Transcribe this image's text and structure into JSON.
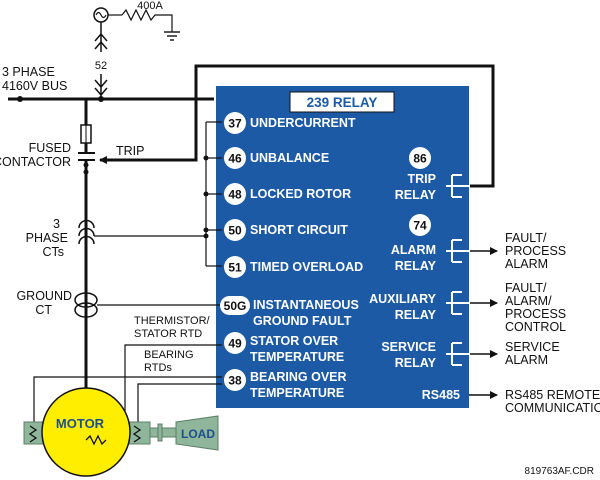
{
  "diagram": {
    "relay_title": "239 RELAY",
    "relay_color": "#1d5aa6",
    "motor_color": "#ffee00",
    "load_color": "#8fb59a",
    "source": {
      "current_label": "400A",
      "breaker_label": "52"
    },
    "bus": {
      "line1": "3 PHASE",
      "line2": "4160V BUS"
    },
    "contactor": {
      "line1": "FUSED",
      "line2": "CONTACTOR",
      "trip_label": "TRIP"
    },
    "cts": {
      "line1": "3",
      "line2": "PHASE",
      "line3": "CTs"
    },
    "ground_ct": {
      "line1": "GROUND",
      "line2": "CT"
    },
    "thermistor": {
      "line1": "THERMISTOR/",
      "line2": "STATOR RTD"
    },
    "bearing": {
      "line1": "BEARING",
      "line2": "RTDs"
    },
    "motor_label": "MOTOR",
    "load_label": "LOAD",
    "functions": [
      {
        "code": "37",
        "line1": "UNDERCURRENT",
        "line2": ""
      },
      {
        "code": "46",
        "line1": "UNBALANCE",
        "line2": ""
      },
      {
        "code": "48",
        "line1": "LOCKED ROTOR",
        "line2": ""
      },
      {
        "code": "50",
        "line1": "SHORT CIRCUIT",
        "line2": ""
      },
      {
        "code": "51",
        "line1": "TIMED OVERLOAD",
        "line2": ""
      },
      {
        "code": "50G",
        "line1": "INSTANTANEOUS",
        "line2": "GROUND FAULT"
      },
      {
        "code": "49",
        "line1": "STATOR OVER",
        "line2": "TEMPERATURE"
      },
      {
        "code": "38",
        "line1": "BEARING OVER",
        "line2": "TEMPERATURE"
      }
    ],
    "relays": [
      {
        "code": "86",
        "line1": "TRIP",
        "line2": "RELAY"
      },
      {
        "code": "74",
        "line1": "ALARM",
        "line2": "RELAY"
      },
      {
        "code": "",
        "line1": "AUXILIARY",
        "line2": "RELAY"
      },
      {
        "code": "",
        "line1": "SERVICE",
        "line2": "RELAY"
      }
    ],
    "rs485_label": "RS485",
    "outputs": {
      "alarm": [
        "FAULT/",
        "PROCESS",
        "ALARM"
      ],
      "auxiliary": [
        "FAULT/",
        "ALARM/",
        "PROCESS",
        "CONTROL"
      ],
      "service": [
        "SERVICE",
        "ALARM"
      ],
      "rs485": [
        "RS485 REMOTE",
        "COMMUNICATION"
      ]
    },
    "figure_id": "819763AF.CDR"
  }
}
